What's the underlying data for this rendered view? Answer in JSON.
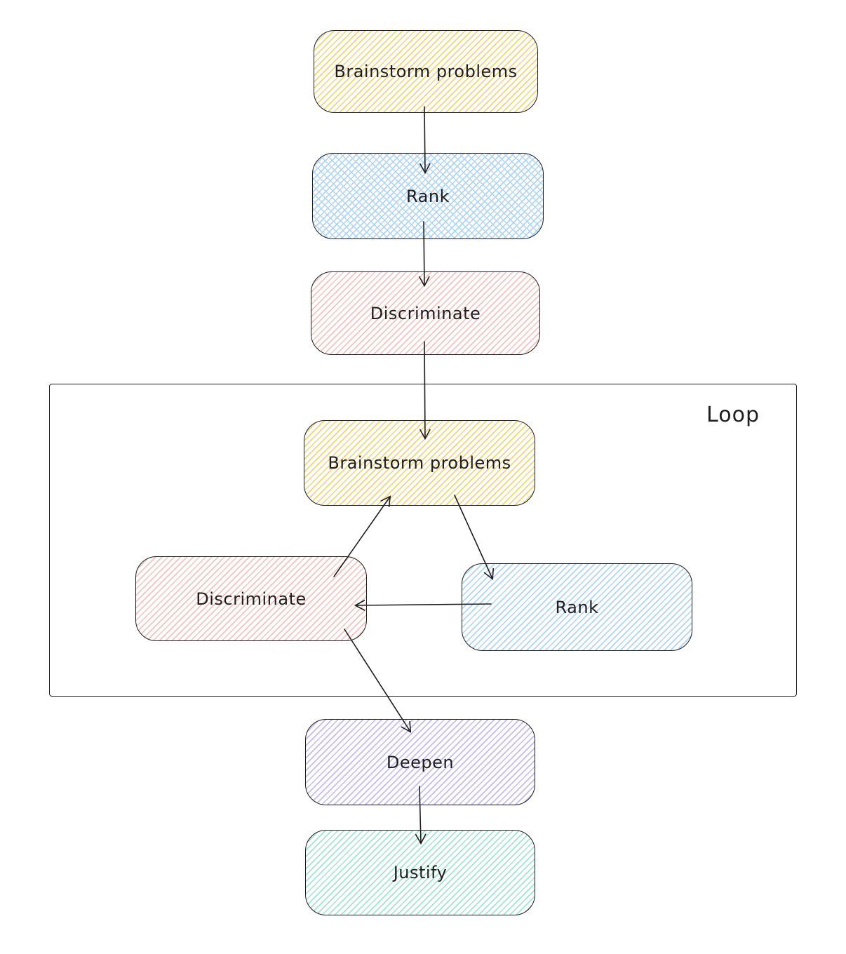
{
  "colors": {
    "ink": "#1e1e1e",
    "yellow": "#f0d678",
    "blue": "#aed5f5",
    "red": "#f2c3c0",
    "violet": "#c7baf0",
    "teal": "#9fe6cd"
  },
  "loop": {
    "label": "Loop"
  },
  "nodes": [
    {
      "id": "brainstorm-top",
      "label": "Brainstorm problems",
      "fill": "yellow"
    },
    {
      "id": "rank-top",
      "label": "Rank",
      "fill": "blue"
    },
    {
      "id": "discriminate-top",
      "label": "Discriminate",
      "fill": "red"
    },
    {
      "id": "brainstorm-loop",
      "label": "Brainstorm problems",
      "fill": "yellow"
    },
    {
      "id": "discriminate-loop",
      "label": "Discriminate",
      "fill": "red"
    },
    {
      "id": "rank-loop",
      "label": "Rank",
      "fill": "blue"
    },
    {
      "id": "deepen",
      "label": "Deepen",
      "fill": "violet"
    },
    {
      "id": "justify",
      "label": "Justify",
      "fill": "teal"
    }
  ],
  "edges": [
    {
      "from": "brainstorm-top",
      "to": "rank-top"
    },
    {
      "from": "rank-top",
      "to": "discriminate-top"
    },
    {
      "from": "discriminate-top",
      "to": "brainstorm-loop"
    },
    {
      "from": "brainstorm-loop",
      "to": "rank-loop"
    },
    {
      "from": "rank-loop",
      "to": "discriminate-loop"
    },
    {
      "from": "discriminate-loop",
      "to": "brainstorm-loop"
    },
    {
      "from": "discriminate-loop",
      "to": "deepen"
    },
    {
      "from": "deepen",
      "to": "justify"
    }
  ]
}
